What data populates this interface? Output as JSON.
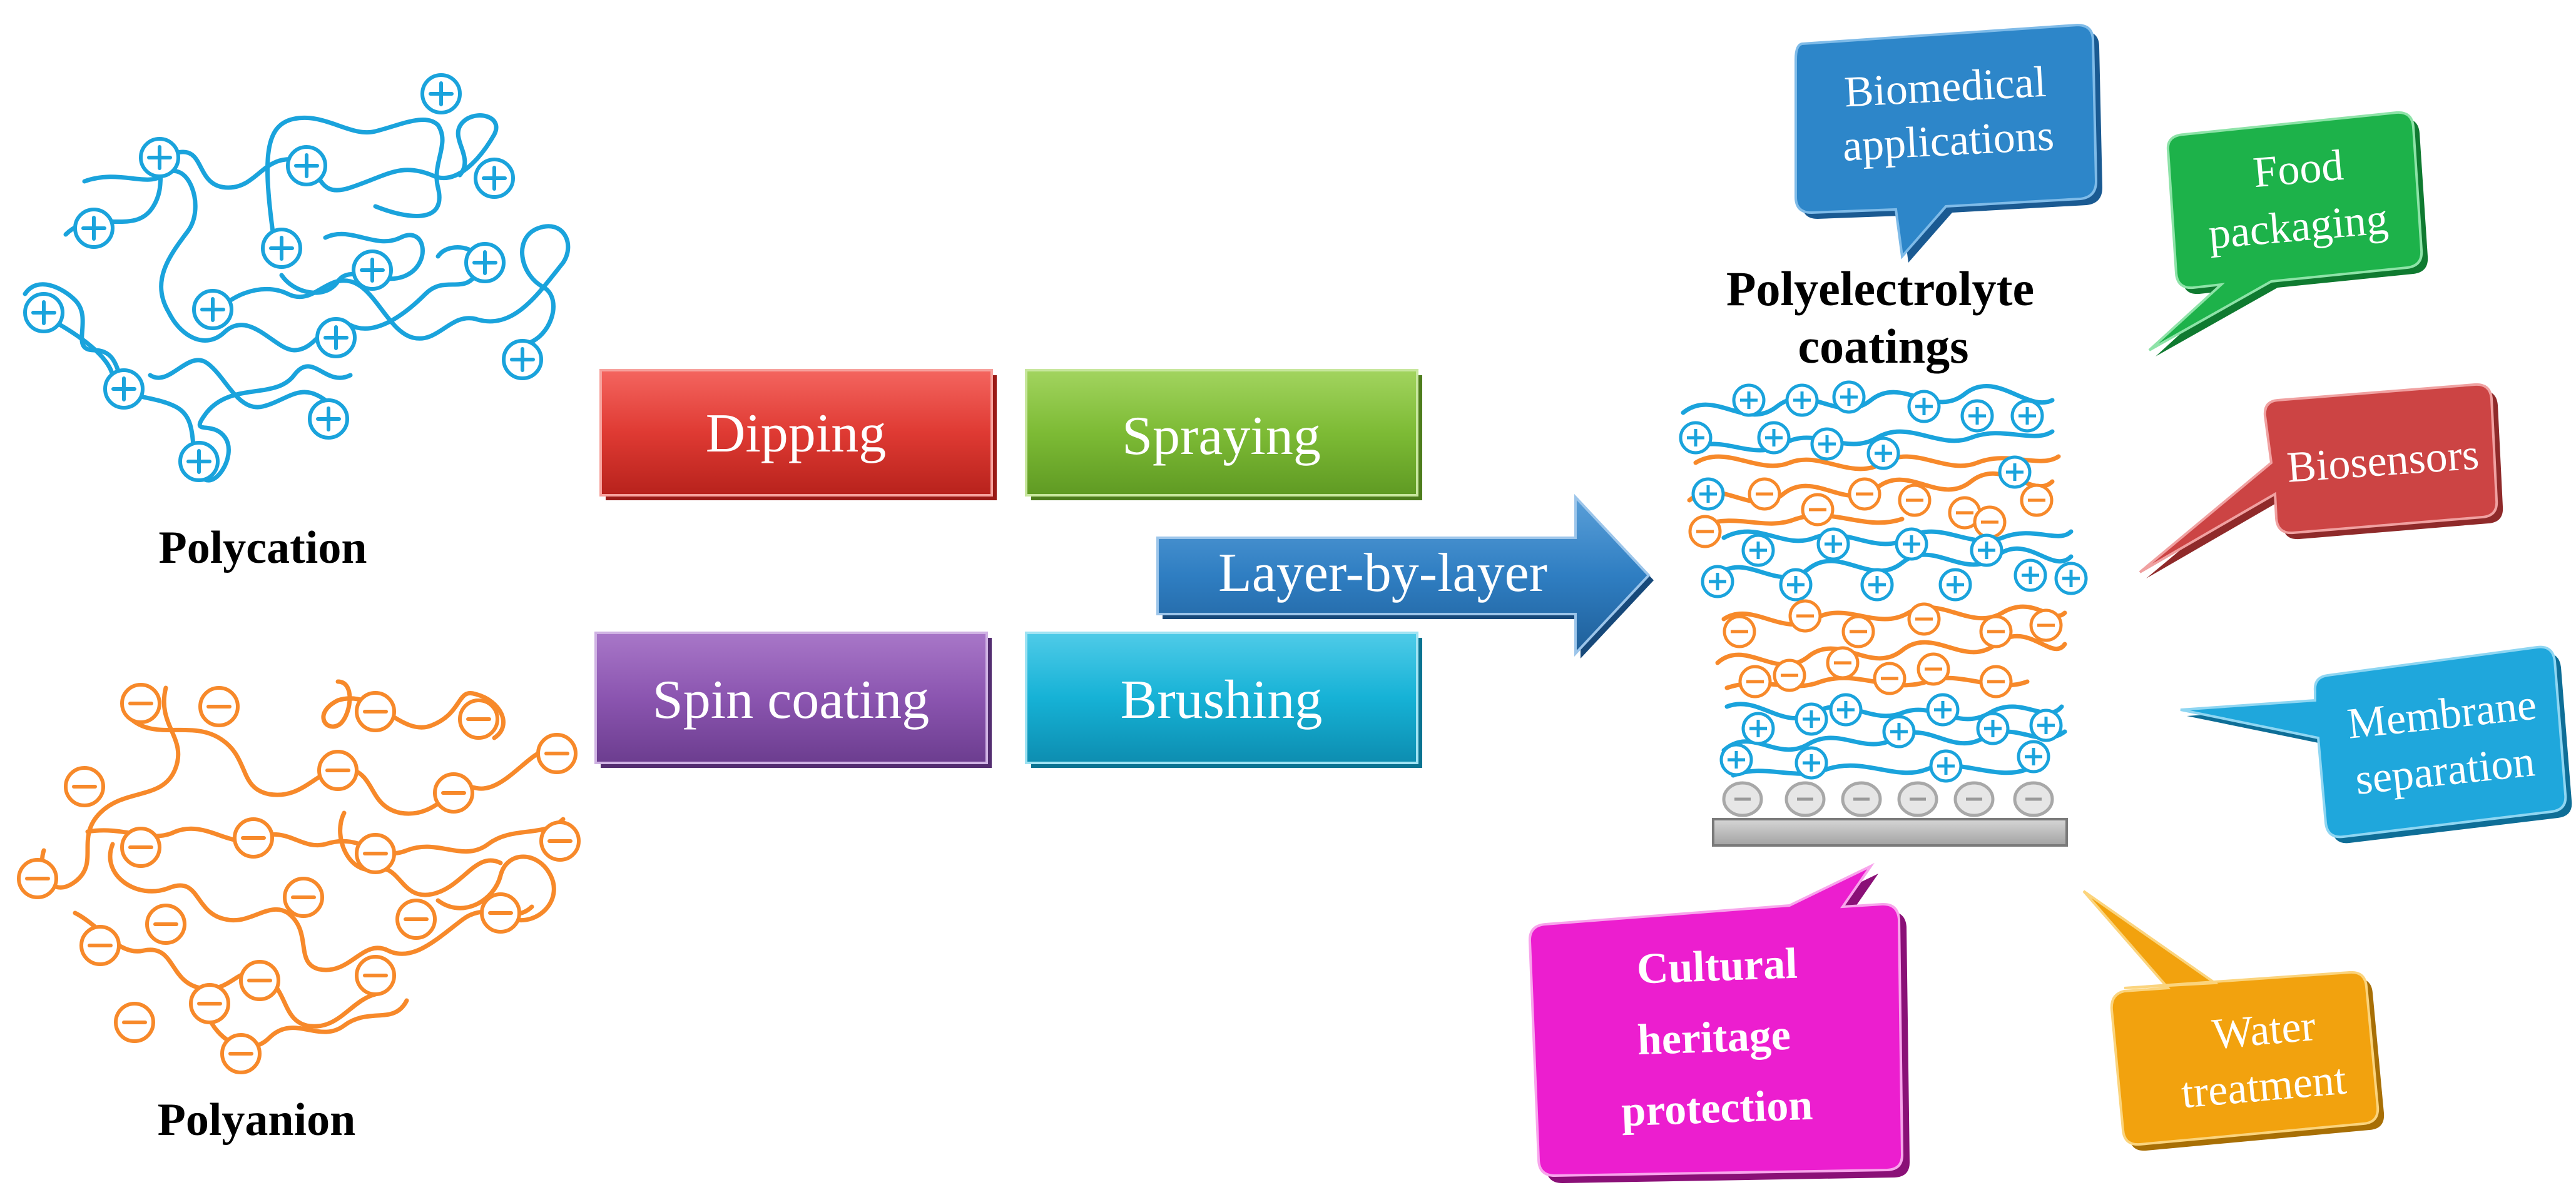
{
  "labels": {
    "polycation": "Polycation",
    "polyanion": "Polyanion",
    "coatings_line1": "Polyelectrolyte",
    "coatings_line2": "coatings"
  },
  "methods": {
    "dipping": "Dipping",
    "spraying": "Spraying",
    "spin_coating": "Spin coating",
    "brushing": "Brushing"
  },
  "arrow": {
    "label": "Layer-by-layer"
  },
  "applications": {
    "biomedical": {
      "line1": "Biomedical",
      "line2": "applications"
    },
    "food": {
      "line1": "Food",
      "line2": "packaging"
    },
    "biosensors": {
      "line1": "Biosensors"
    },
    "membrane": {
      "line1": "Membrane",
      "line2": "separation"
    },
    "water": {
      "line1": "Water",
      "line2": "treatment"
    },
    "cultural": {
      "line1": "Cultural",
      "line2": "heritage",
      "line3": "protection"
    }
  },
  "colors": {
    "cation": "#1aa3dc",
    "anion": "#f7892a",
    "dipping": "#e23b34",
    "spraying": "#7dbb35",
    "spin_coating": "#8b55b0",
    "brushing": "#16b2d6",
    "arrow": "#2f7ec2",
    "biomedical": "#2d86c9",
    "food": "#1db24a",
    "biosensors": "#cc4444",
    "membrane": "#1fa7dc",
    "water": "#f2a20e",
    "cultural": "#ec1ecf",
    "substrate": "#bfbfbf"
  }
}
